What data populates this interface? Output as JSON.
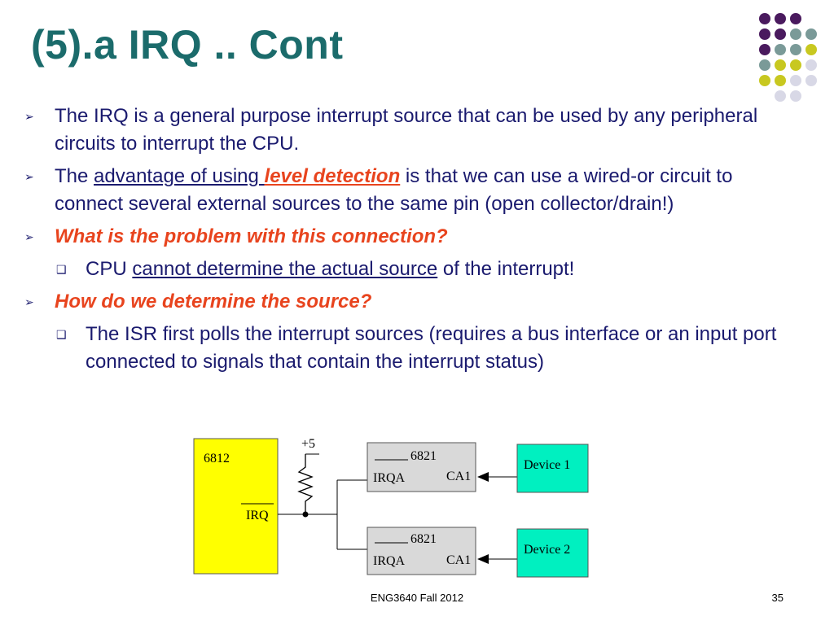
{
  "slide": {
    "title": "(5).a IRQ .. Cont",
    "footer": "ENG3640 Fall 2012",
    "page_number": "35"
  },
  "bullets": [
    {
      "text": "The IRQ is a general purpose interrupt source that can be used by any peripheral circuits to interrupt the CPU."
    },
    {
      "prefix": "The ",
      "link": "advantage of using ",
      "emph": "level detection",
      "suffix": " is that we can use a wired-or circuit to connect several external sources to the same pin (open collector/drain!)"
    },
    {
      "text": "What is the problem with this connection?"
    },
    {
      "prefix": "CPU ",
      "link": "cannot determine the actual source",
      "suffix": " of the interrupt!"
    },
    {
      "text": "How do we determine the source?"
    },
    {
      "text": "The ISR first polls the interrupt sources (requires a bus interface or an input port connected to signals that contain the interrupt status)"
    }
  ],
  "diagram": {
    "cpu_label": "6812",
    "cpu_pin": "IRQ",
    "supply": "+5",
    "pia1": {
      "name": "6821",
      "pin_left": "IRQA",
      "pin_right": "CA1"
    },
    "pia2": {
      "name": "6821",
      "pin_left": "IRQA",
      "pin_right": "CA1"
    },
    "device1": "Device 1",
    "device2": "Device 2"
  },
  "colors": {
    "title": "#1b6b6b",
    "body_text": "#1a1a6e",
    "emphasis": "#e8441e",
    "cpu_box": "#ffff00",
    "device_box": "#00f0c0",
    "pia_box": "#d9d9d9"
  },
  "icons": {
    "bullet_main": "arrowhead-bullet-icon",
    "bullet_sub": "square-bullet-icon",
    "decoration": "dot-grid-decoration"
  }
}
